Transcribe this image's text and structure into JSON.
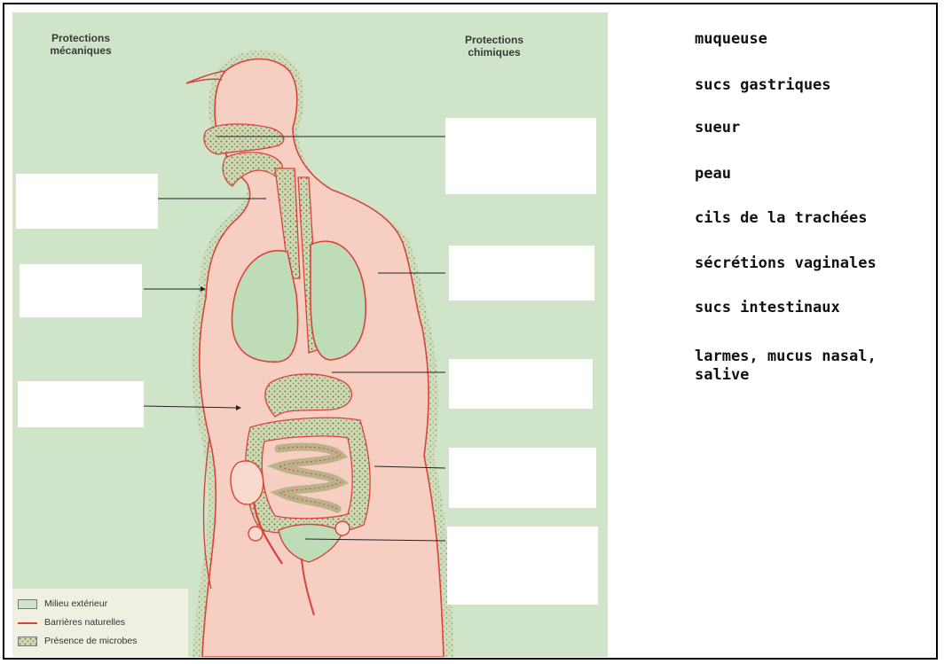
{
  "diagram": {
    "heading_left": "Protections\nmécaniques",
    "heading_right": "Protections\nchimiques",
    "legend": [
      {
        "label": "Milieu extérieur",
        "swatch": "plain-green"
      },
      {
        "label": "Barrières naturelles",
        "swatch": "red-line"
      },
      {
        "label": "Présence de microbes",
        "swatch": "dotted"
      }
    ],
    "blank_box_count_left": 3,
    "blank_box_count_right": 5
  },
  "word_bank": [
    "muqueuse",
    "sucs gastriques",
    "sueur",
    "peau",
    "cils de la trachées",
    "sécrétions vaginales",
    "sucs intestinaux",
    "larmes, mucus nasal, salive"
  ],
  "colors": {
    "background_green": "#cfe4c9",
    "body_pink": "#f6cfc2",
    "barrier_red": "#d9433a",
    "microbe_dots": "#6f7a55",
    "organ_green": "#bfdcb9"
  }
}
